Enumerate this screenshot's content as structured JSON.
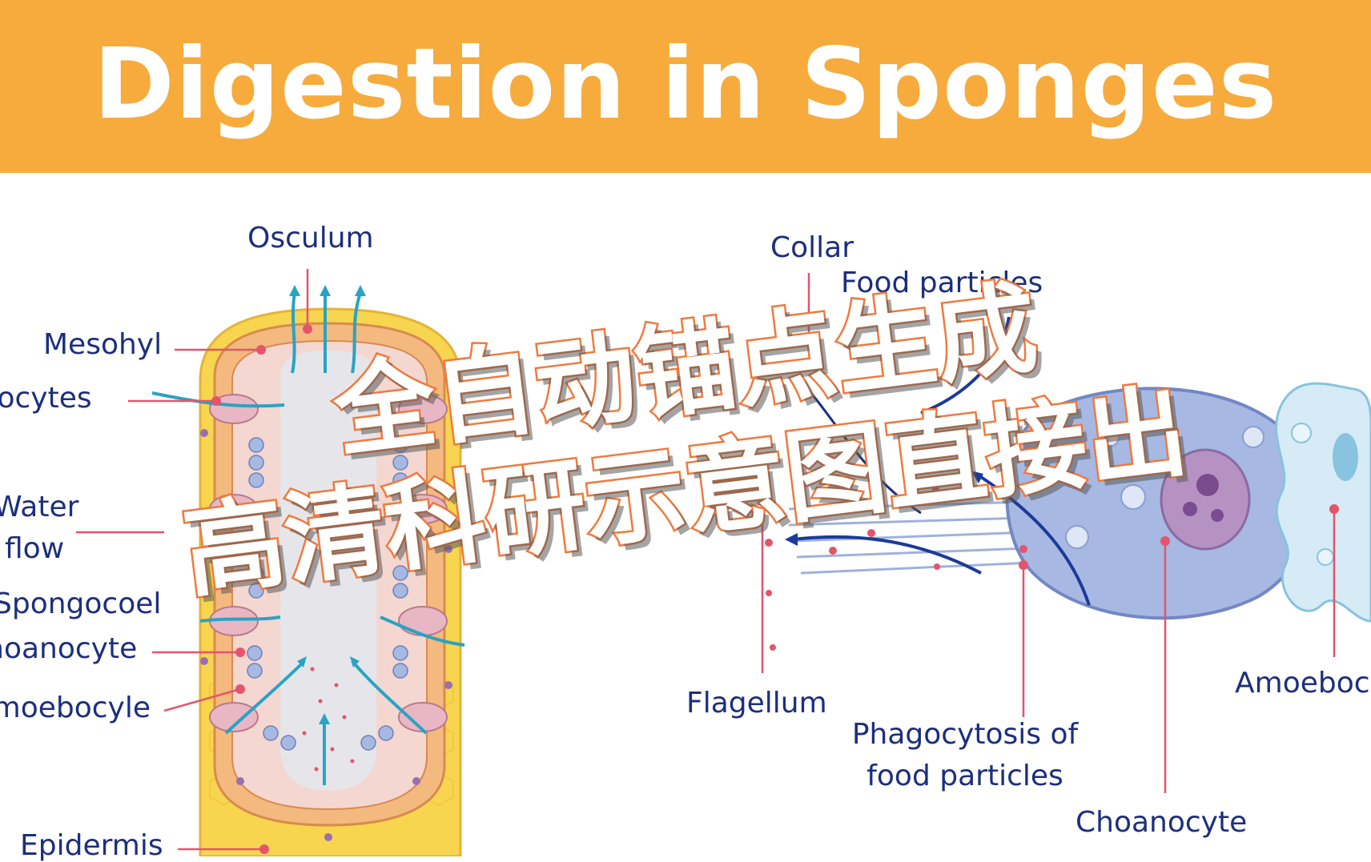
{
  "title": "Digestion in Sponges",
  "colors": {
    "header": "#f6ab3c",
    "title": "#ffffff",
    "label": "#1c2f7d",
    "leader": "#e5546b",
    "water": "#29a3c4",
    "overlay_fill": "#ffffff",
    "overlay_stroke": "#ef7a3e"
  },
  "labels": {
    "osculum": "Osculum",
    "mesohyl": "Mesohyl",
    "porocytes": "Porocytes",
    "water": "Water",
    "flow": "flow",
    "spongocoel": "Spongocoel",
    "choanocyte_left": "Choanocyte",
    "amoebocyte_left": "Amoebocyle",
    "epidermis": "Epidermis",
    "collar": "Collar",
    "food_particles": "Food particles",
    "flagellum": "Flagellum",
    "phagocytosis_1": "Phagocytosis of",
    "phagocytosis_2": "food particles",
    "choanocyte_right": "Choanocyte",
    "amoebocyte_right": "Amoebocyte"
  },
  "overlay": {
    "line1": "全自动锚点生成",
    "line2": "高清科研示意图直接出"
  }
}
